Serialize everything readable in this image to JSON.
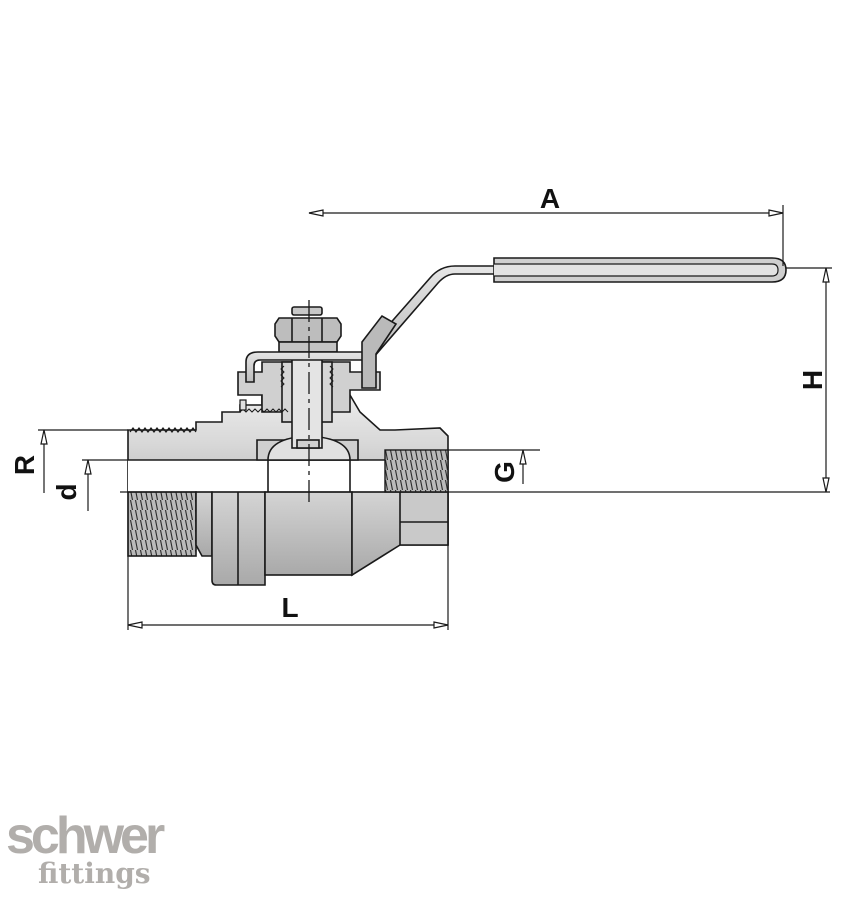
{
  "diagram": {
    "subject": "2-piece ball valve, male x female thread, with lever handle",
    "dimensions": {
      "A": "A",
      "H": "H",
      "R": "R",
      "d": "d",
      "G": "G",
      "L": "L"
    },
    "colors": {
      "line": "#1a1a1a",
      "body_fill": "#d4d4d4",
      "body_fill_light": "#e8e8e8",
      "body_fill_dark": "#b8b8b8",
      "logo": "#b1aeab"
    }
  },
  "logo": {
    "brand": "schwer",
    "sub": "fittings"
  }
}
